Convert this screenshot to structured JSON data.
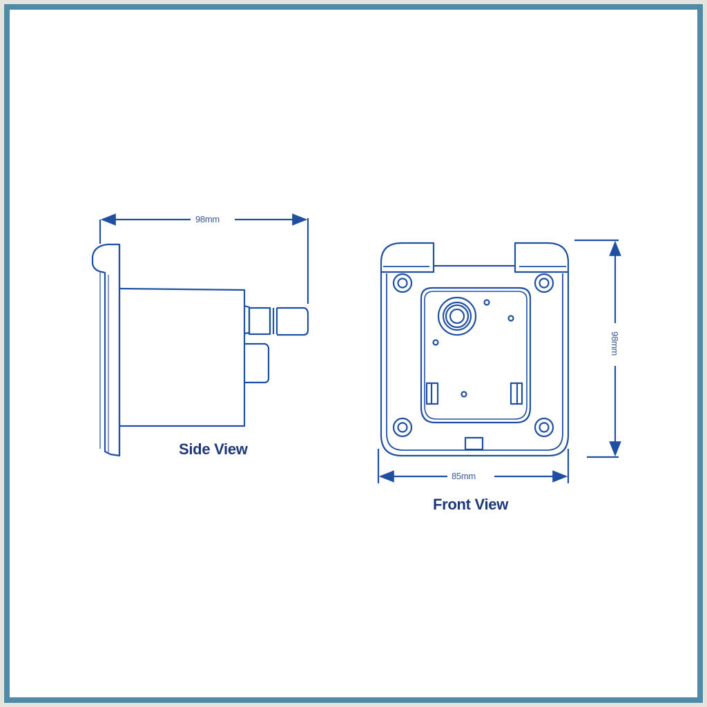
{
  "frame": {
    "border_color": "#4f8ba8",
    "mat_color": "#e6e3df",
    "line_color": "#1f4fa0"
  },
  "side_view": {
    "title": "Side View",
    "width_dimension": "98mm"
  },
  "front_view": {
    "title": "Front View",
    "width_dimension": "85mm",
    "height_dimension": "98mm"
  }
}
